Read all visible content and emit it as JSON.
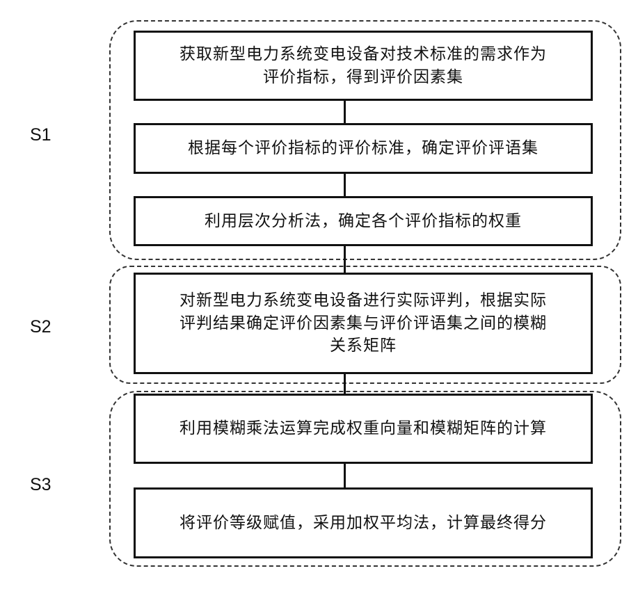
{
  "steps": {
    "s1": "S1",
    "s2": "S2",
    "s3": "S3"
  },
  "boxes": {
    "box1": "获取新型电力系统变电设备对技术标准的需求作为\n评价指标，得到评价因素集",
    "box2": "根据每个评价指标的评价标准，确定评价评语集",
    "box3": "利用层次分析法，确定各个评价指标的权重",
    "box4": "对新型电力系统变电设备进行实际评判，根据实际\n评判结果确定评价因素集与评价评语集之间的模糊\n关系矩阵",
    "box5": "利用模糊乘法运算完成权重向量和模糊矩阵的计算",
    "box6": "将评价等级赋值，采用加权平均法，计算最终得分"
  }
}
